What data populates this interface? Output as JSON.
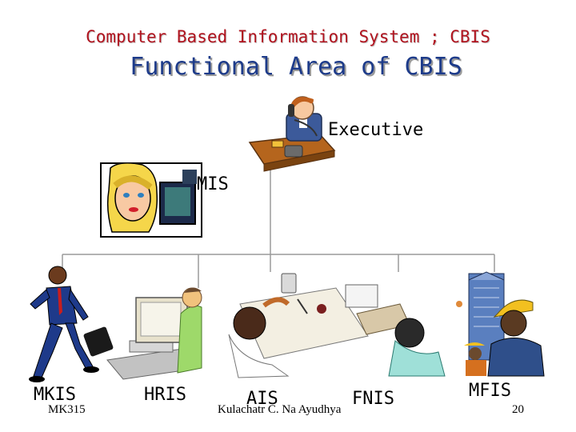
{
  "header": {
    "subtitle": "Computer Based Information System ; CBIS",
    "title": "Functional Area of CBIS"
  },
  "diagram": {
    "top_node": "Executive",
    "middle_node": "MIS",
    "leaf_nodes": [
      "MKIS",
      "HRIS",
      "AIS",
      "FNIS",
      "MFIS"
    ]
  },
  "footer": {
    "course": "MK315",
    "author": "Kulachatr C. Na Ayudhya",
    "page": "20"
  },
  "illustrations": [
    "executive-phone-icon",
    "woman-computer-icon",
    "businessman-running-icon",
    "computer-worker-icon",
    "accountant-desk-icon",
    "factory-workers-icon"
  ]
}
